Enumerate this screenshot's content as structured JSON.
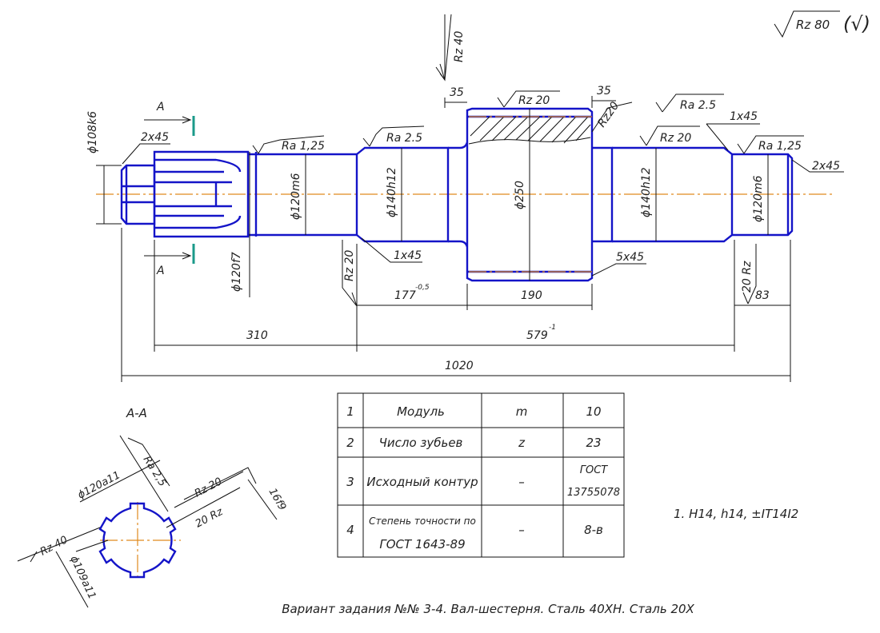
{
  "roughness": {
    "general": "Rz 80",
    "general_mark": "(√)",
    "top": "Rz 40",
    "rz20_hub": "Rz 20",
    "rz20_right": "Rz 20",
    "rz20_chamfer": "Rz20",
    "ra25_mid": "Ra 2.5",
    "ra25_left": "Ra 2.5",
    "ra125_left": "Ra 1,25",
    "ra125_right": "Ra 1,25",
    "rz20_lower_left": "Rz 20",
    "rz20_lower_right": "20 Rz"
  },
  "dimensions": {
    "d108": "ϕ108k6",
    "chamfer_left": "2x45",
    "d120f7": "ϕ120f7",
    "d120m6_left": "ϕ120m6",
    "d140h12_left": "ϕ140h12",
    "d250": "ϕ250",
    "d140h12_right": "ϕ140h12",
    "d120m6_right": "ϕ120m6",
    "chamfer_right": "2x45",
    "chamfer_1x45_top": "1x45",
    "chamfer_1x45_low": "1x45",
    "chamfer_5x45": "5x45",
    "len_35a": "35",
    "len_35b": "35",
    "len_177": "177",
    "len_177_tol": "-0,5",
    "len_190": "190",
    "len_83": "83",
    "len_310": "310",
    "len_579": "579",
    "len_579_tol": "-1",
    "len_1020": "1020",
    "section_a_top": "A",
    "section_a_bottom": "A"
  },
  "section_view": {
    "title": "A-A",
    "d120": "ϕ120a11",
    "d109": "ϕ109a11",
    "width16": "16f9",
    "ra25": "Ra 2,5",
    "rz20_top": "Rz 20",
    "rz20_side": "20 Rz",
    "rz40": "Rz 40"
  },
  "gear_table": [
    {
      "n": "1",
      "name": "Модуль",
      "sym": "m",
      "value": "10",
      "value2": ""
    },
    {
      "n": "2",
      "name": "Число зубьев",
      "sym": "z",
      "value": "23",
      "value2": ""
    },
    {
      "n": "3",
      "name": "Исходный контур",
      "sym": "–",
      "value": "ГОСТ",
      "value2": "13755078"
    },
    {
      "n": "4",
      "name": "Степень точности по",
      "name2": "ГОСТ 1643-89",
      "sym": "–",
      "value": "8-в",
      "value2": ""
    }
  ],
  "tolerance_note": "1. H14, h14, ±IT14I2",
  "caption": "Вариант задания №№ 3-4. Вал-шестерня. Сталь 40ХН. Сталь 20Х",
  "colors": {
    "outline": "#1414c8",
    "axis": "#e08a1e",
    "cut_mark": "#1a9a8a"
  }
}
